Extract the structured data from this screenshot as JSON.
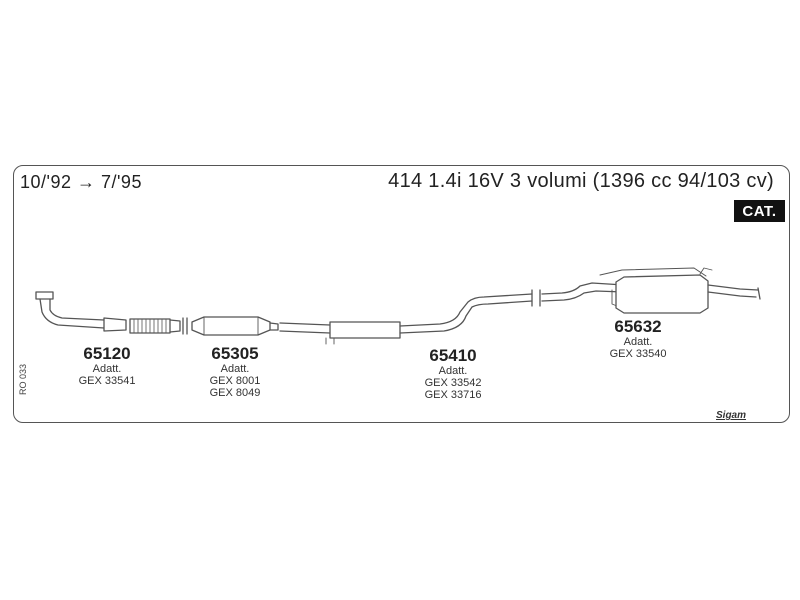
{
  "header": {
    "date_range": "10/'92 → 7/'95",
    "model": "414 1.4i 16V 3 volumi (1396 cc 94/103 cv)",
    "badge": "CAT."
  },
  "parts": [
    {
      "number": "65120",
      "lines": [
        "Adatt.",
        "GEX 33541"
      ]
    },
    {
      "number": "65305",
      "lines": [
        "Adatt.",
        "GEX 8001",
        "GEX 8049"
      ]
    },
    {
      "number": "65410",
      "lines": [
        "Adatt.",
        "GEX 33542",
        "GEX 33716"
      ]
    },
    {
      "number": "65632",
      "lines": [
        "Adatt.",
        "GEX 33540"
      ]
    }
  ],
  "side_code": "RO 033",
  "brand": "Sigam",
  "colors": {
    "line": "#555555",
    "badge_bg": "#111111",
    "badge_text": "#ffffff"
  }
}
